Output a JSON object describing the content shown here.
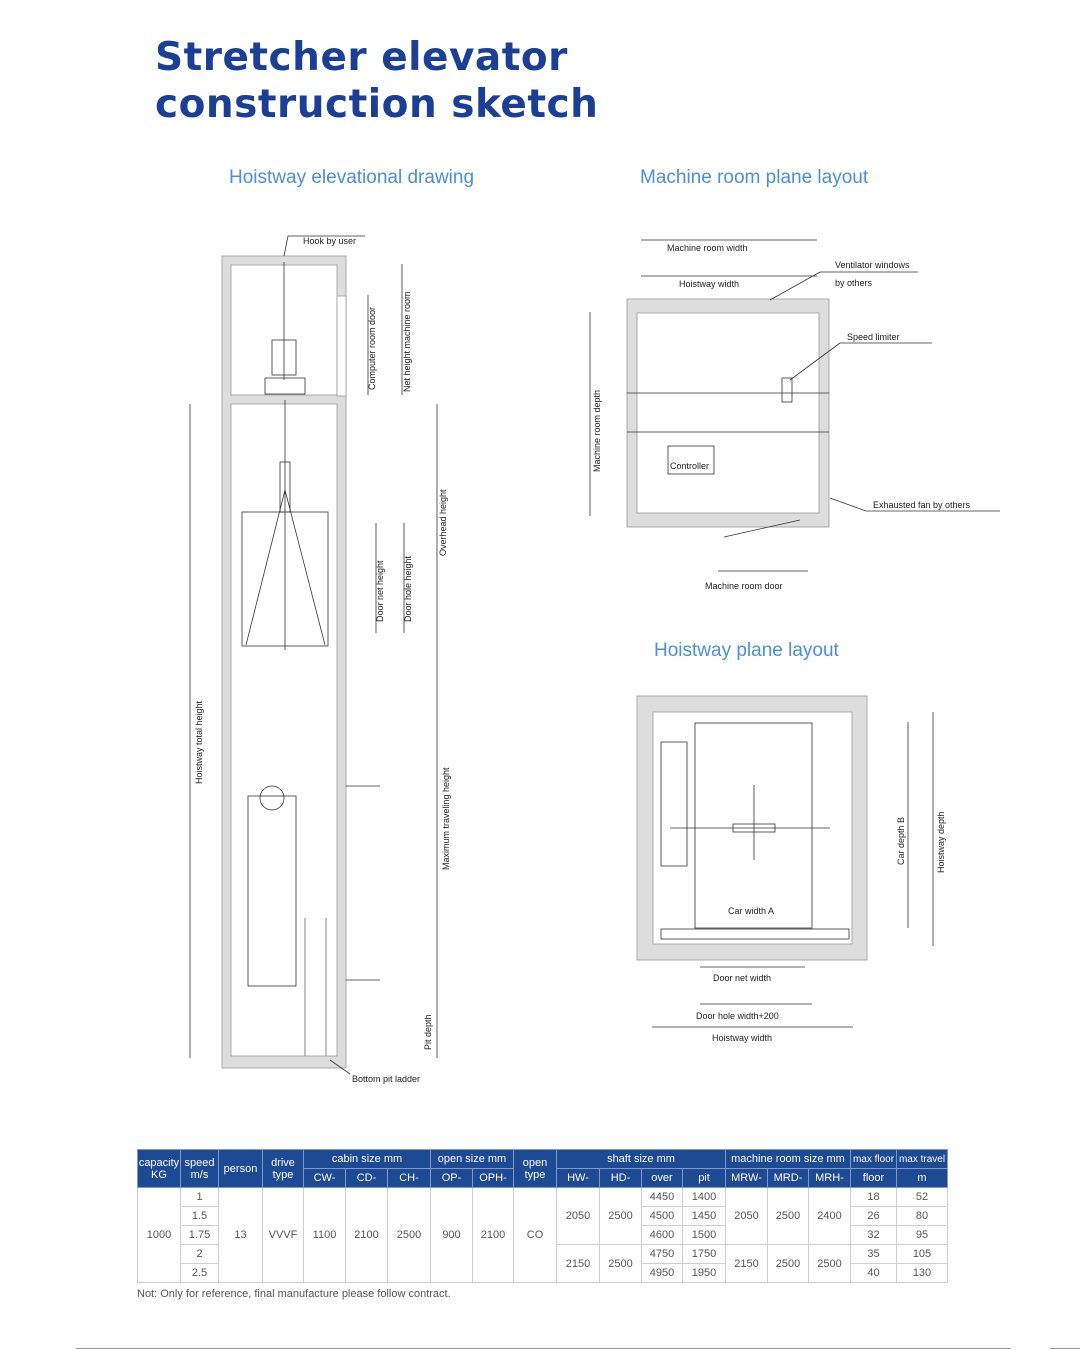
{
  "title_line1": "Stretcher elevator",
  "title_line2": "construction sketch",
  "sections": {
    "hoistway_elev": "Hoistway elevational drawing",
    "machine_room": "Machine room plane layout",
    "hoistway_plane": "Hoistway plane layout"
  },
  "elev_labels": {
    "hook": "Hook by user",
    "computer_door": "Computer room door",
    "net_height": "Net height machine room",
    "overhead": "Overhead height",
    "door_net": "Door net height",
    "door_hole": "Door hole height",
    "total": "Hoistway total height",
    "max_travel": "Maximum traveling height",
    "pit": "Pit depth",
    "ladder": "Bottom pit ladder"
  },
  "mr_labels": {
    "mr_width": "Machine room width",
    "hw_width": "Hoistway width",
    "vent1": "Ventilator windows",
    "vent2": "by others",
    "speed": "Speed limiter",
    "mr_depth": "Machine room depth",
    "controller": "Controller",
    "fan": "Exhausted fan by others",
    "mr_door": "Machine room door"
  },
  "hp_labels": {
    "car_width": "Car width A",
    "car_depth": "Car depth B",
    "hw_depth": "Hoistway depth",
    "door_net": "Door net width",
    "door_hole": "Door hole width+200",
    "hw_width": "Hoistway width"
  },
  "table": {
    "h": {
      "capacity": "capacity",
      "kg": "KG",
      "speed": "speed",
      "ms": "m/s",
      "person": "person",
      "drive": "drive",
      "type": "type",
      "cabin": "cabin size mm",
      "cw": "CW-",
      "cd": "CD-",
      "ch": "CH-",
      "open": "open size mm",
      "op": "OP-",
      "oph": "OPH-",
      "opentype1": "open",
      "opentype2": "type",
      "shaft": "shaft size mm",
      "hw": "HW-",
      "hd": "HD-",
      "over": "over",
      "pit": "pit",
      "mroom": "machine room size mm",
      "mrw": "MRW-",
      "mrd": "MRD-",
      "mrh": "MRH-",
      "maxfloor": "max floor",
      "floor": "floor",
      "maxtravel": "max travel",
      "m": "m"
    },
    "capacity": "1000",
    "person": "13",
    "drive": "VVVF",
    "cw": "1100",
    "cd": "2100",
    "ch": "2500",
    "op": "900",
    "oph": "2100",
    "open_type": "CO",
    "speeds": [
      "1",
      "1.5",
      "1.75",
      "2",
      "2.5"
    ],
    "overs": [
      "4450",
      "4500",
      "4600",
      "4750",
      "4950"
    ],
    "pits": [
      "1400",
      "1450",
      "1500",
      "1750",
      "1950"
    ],
    "floors": [
      "18",
      "26",
      "32",
      "35",
      "40"
    ],
    "travels": [
      "52",
      "80",
      "95",
      "105",
      "130"
    ],
    "groupA": {
      "hw": "2050",
      "hd": "2500",
      "mrw": "2050",
      "mrd": "2500",
      "mrh": "2400"
    },
    "groupB": {
      "hw": "2150",
      "hd": "2500",
      "mrw": "2150",
      "mrd": "2500",
      "mrh": "2500"
    }
  },
  "note": "Not: Only for reference, final manufacture please follow contract."
}
